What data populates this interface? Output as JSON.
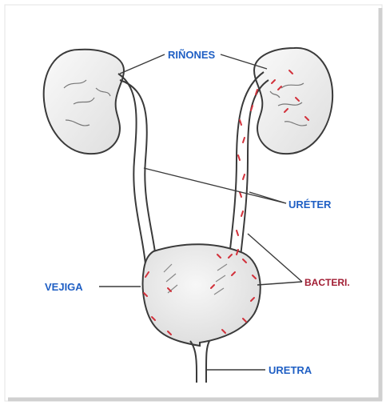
{
  "labels": {
    "kidneys": "RIÑONES",
    "ureter": "URÉTER",
    "bladder": "VEJIGA",
    "bacteria": "BACTERI.",
    "urethra": "URETRA"
  },
  "colors": {
    "label_blue": "#1f5fc4",
    "bacteria_red": "#a11d33",
    "bacteria_mark": "#d2323c",
    "outline": "#3a3a3a",
    "organ_fill": "#f4f4f4",
    "frame_shadow": "#cfcfcf"
  }
}
